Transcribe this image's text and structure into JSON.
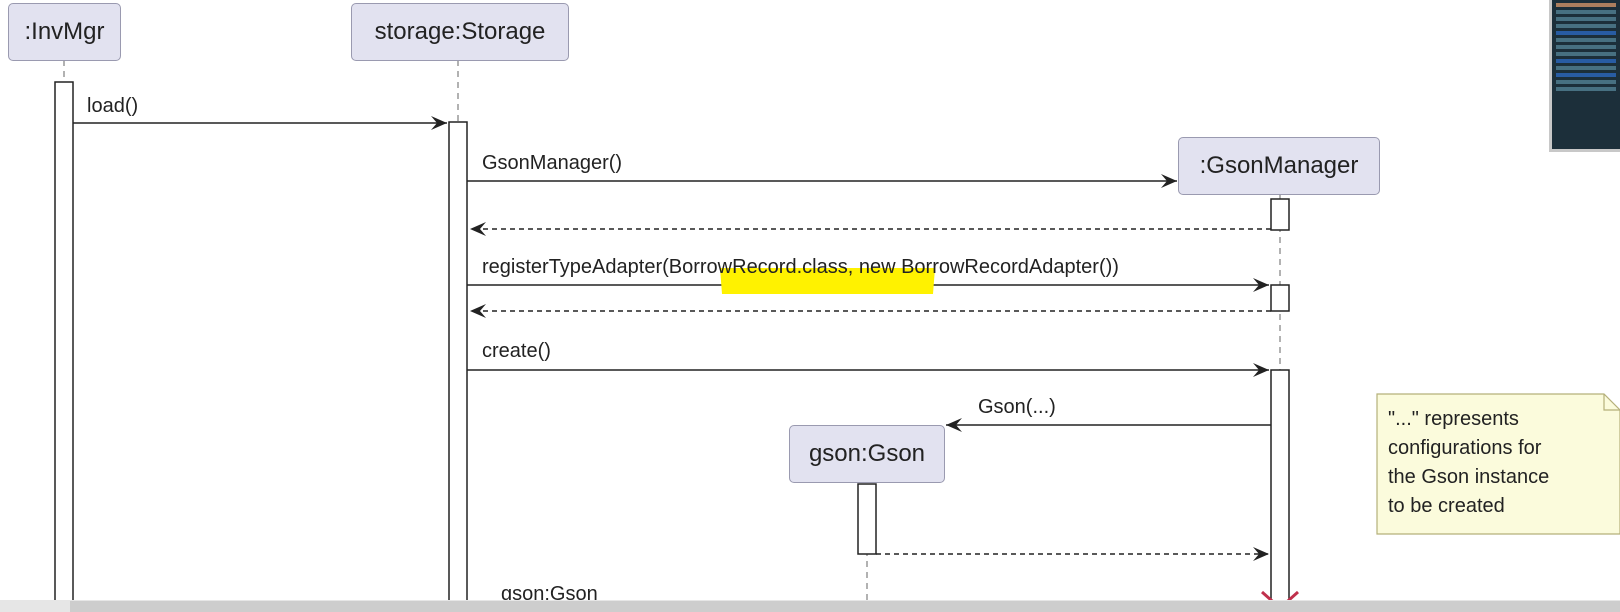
{
  "participants": {
    "invmgr": ":InvMgr",
    "storage": "storage:Storage",
    "gsonmanager": ":GsonManager",
    "gson": "gson:Gson"
  },
  "messages": {
    "load": "load()",
    "gsonmanager_ctor": "GsonManager()",
    "register_prefix": "registerTypeAdapter(B",
    "register_highlight": "orrowRecord.class,",
    "register_suffix": " new BorrowRecordAdapter())",
    "create": "create()",
    "gson_ctor": "Gson(...)",
    "return_gson": "gson:Gson"
  },
  "note": {
    "lines": [
      "\"...\" represents",
      "configurations for",
      "the Gson instance",
      "to be created"
    ]
  },
  "colors": {
    "participant_fill": "#e2e2f0",
    "note_fill": "#fbfbdc",
    "highlight": "#fff200",
    "destroy_mark": "#c0304c"
  }
}
